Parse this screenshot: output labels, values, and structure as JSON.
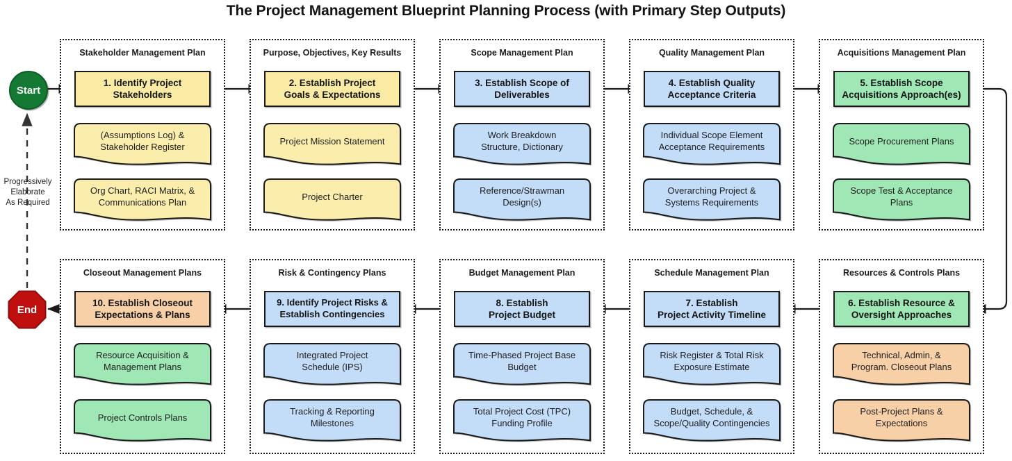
{
  "title": "The Project Management Blueprint Planning Process (with Primary Step Outputs)",
  "terminators": {
    "start": "Start",
    "end": "End"
  },
  "loop_note": "Progressively\nElaborate\nAs Required",
  "loop_note_lines": [
    "Progressively",
    "Elaborate",
    "As Required"
  ],
  "palette": {
    "yellow_fill": "#fbeead",
    "yellow_step_fill": "#faeba4",
    "blue_fill": "#c3dcf7",
    "green_fill": "#9fe8b6",
    "orange_fill": "#f8d0a8",
    "stroke": "#1a1a1a",
    "start_green": "#147a33",
    "end_red": "#c00f0f",
    "background": "#ffffff"
  },
  "groups": [
    {
      "id": "stakeholder-management-plan",
      "title": "Stakeholder Management Plan",
      "color": "yellow",
      "step": {
        "number": "1.",
        "label": "1. Identify Project\nStakeholders",
        "lines": [
          "1. Identify Project",
          "Stakeholders"
        ]
      },
      "outputs": [
        {
          "lines": [
            "(Assumptions Log) &",
            "Stakeholder Register"
          ]
        },
        {
          "lines": [
            "Org Chart, RACI Matrix, &",
            "Communications Plan"
          ]
        }
      ]
    },
    {
      "id": "purpose-objectives-key-results",
      "title": "Purpose, Objectives, Key Results",
      "color": "yellow",
      "step": {
        "number": "2.",
        "label": "2. Establish Project\nGoals & Expectations",
        "lines": [
          "2. Establish Project",
          "Goals & Expectations"
        ]
      },
      "outputs": [
        {
          "lines": [
            "Project Mission Statement"
          ]
        },
        {
          "lines": [
            "Project Charter"
          ]
        }
      ]
    },
    {
      "id": "scope-management-plan",
      "title": "Scope Management Plan",
      "color": "blue",
      "step": {
        "number": "3.",
        "label": "3. Establish Scope of\nDeliverables",
        "lines": [
          "3. Establish Scope of",
          "Deliverables"
        ]
      },
      "outputs": [
        {
          "lines": [
            "Work Breakdown",
            "Structure, Dictionary"
          ]
        },
        {
          "lines": [
            "Reference/Strawman",
            "Design(s)"
          ]
        }
      ]
    },
    {
      "id": "quality-management-plan",
      "title": "Quality Management Plan",
      "color": "blue",
      "step": {
        "number": "4.",
        "label": "4. Establish Quality\nAcceptance Criteria",
        "lines": [
          "4. Establish Quality",
          "Acceptance Criteria"
        ]
      },
      "outputs": [
        {
          "lines": [
            "Individual Scope Element",
            "Acceptance Requirements"
          ]
        },
        {
          "lines": [
            "Overarching Project &",
            "Systems Requirements"
          ]
        }
      ]
    },
    {
      "id": "acquisitions-management-plan",
      "title": "Acquisitions Management Plan",
      "color": "green",
      "step": {
        "number": "5.",
        "label": "5. Establish Scope\nAcquisitions Approach(es)",
        "lines": [
          "5. Establish Scope",
          "Acquisitions Approach(es)"
        ]
      },
      "outputs": [
        {
          "lines": [
            "Scope Procurement Plans"
          ]
        },
        {
          "lines": [
            "Scope Test & Acceptance",
            "Plans"
          ]
        }
      ]
    },
    {
      "id": "closeout-management-plans",
      "title": "Closeout Management Plans",
      "color": "orange",
      "step": {
        "number": "10.",
        "label": "10. Establish Closeout\nExpectations & Plans",
        "lines": [
          "10. Establish Closeout",
          "Expectations & Plans"
        ]
      },
      "outputs": [
        {
          "lines": [
            "Technical, Admin, &",
            "Program. Closeout Plans"
          ]
        },
        {
          "lines": [
            "Post-Project Plans &",
            "Expectations"
          ]
        }
      ]
    },
    {
      "id": "risk-contingency-plans",
      "title": "Risk & Contingency Plans",
      "color": "blue",
      "step": {
        "number": "9.",
        "label": "9. Identify Project Risks &\nEstablish Contingencies",
        "lines": [
          "9. Identify Project Risks &",
          "Establish Contingencies"
        ]
      },
      "outputs": [
        {
          "lines": [
            "Risk Register & Total Risk",
            "Exposure Estimate"
          ]
        },
        {
          "lines": [
            "Budget, Schedule, &",
            "Scope/Quality Contingencies"
          ]
        }
      ]
    },
    {
      "id": "budget-management-plan",
      "title": "Budget Management Plan",
      "color": "blue",
      "step": {
        "number": "8.",
        "label": "8. Establish\nProject Budget",
        "lines": [
          "8. Establish",
          "Project Budget"
        ]
      },
      "outputs": [
        {
          "lines": [
            "Time-Phased Project Base",
            "Budget"
          ]
        },
        {
          "lines": [
            "Total Project Cost (TPC)",
            "Funding Profile"
          ]
        }
      ]
    },
    {
      "id": "schedule-management-plan",
      "title": "Schedule Management Plan",
      "color": "blue",
      "step": {
        "number": "7.",
        "label": "7. Establish\nProject Activity Timeline",
        "lines": [
          "7. Establish",
          "Project Activity Timeline"
        ]
      },
      "outputs": [
        {
          "lines": [
            "Integrated Project",
            "Schedule (IPS)"
          ]
        },
        {
          "lines": [
            "Tracking & Reporting",
            "Milestones"
          ]
        }
      ]
    },
    {
      "id": "resources-controls-plans",
      "title": "Resources & Controls Plans",
      "color": "green",
      "step": {
        "number": "6.",
        "label": "6. Establish Resource &\nOversight Approaches",
        "lines": [
          "6. Establish Resource &",
          "Oversight Approaches"
        ]
      },
      "outputs": [
        {
          "lines": [
            "Resource Acquisition &",
            "Management Plans"
          ]
        },
        {
          "lines": [
            "Project Controls Plans"
          ]
        }
      ]
    }
  ],
  "flow_order": [
    "1",
    "2",
    "3",
    "4",
    "5",
    "6",
    "7",
    "8",
    "9",
    "10"
  ]
}
